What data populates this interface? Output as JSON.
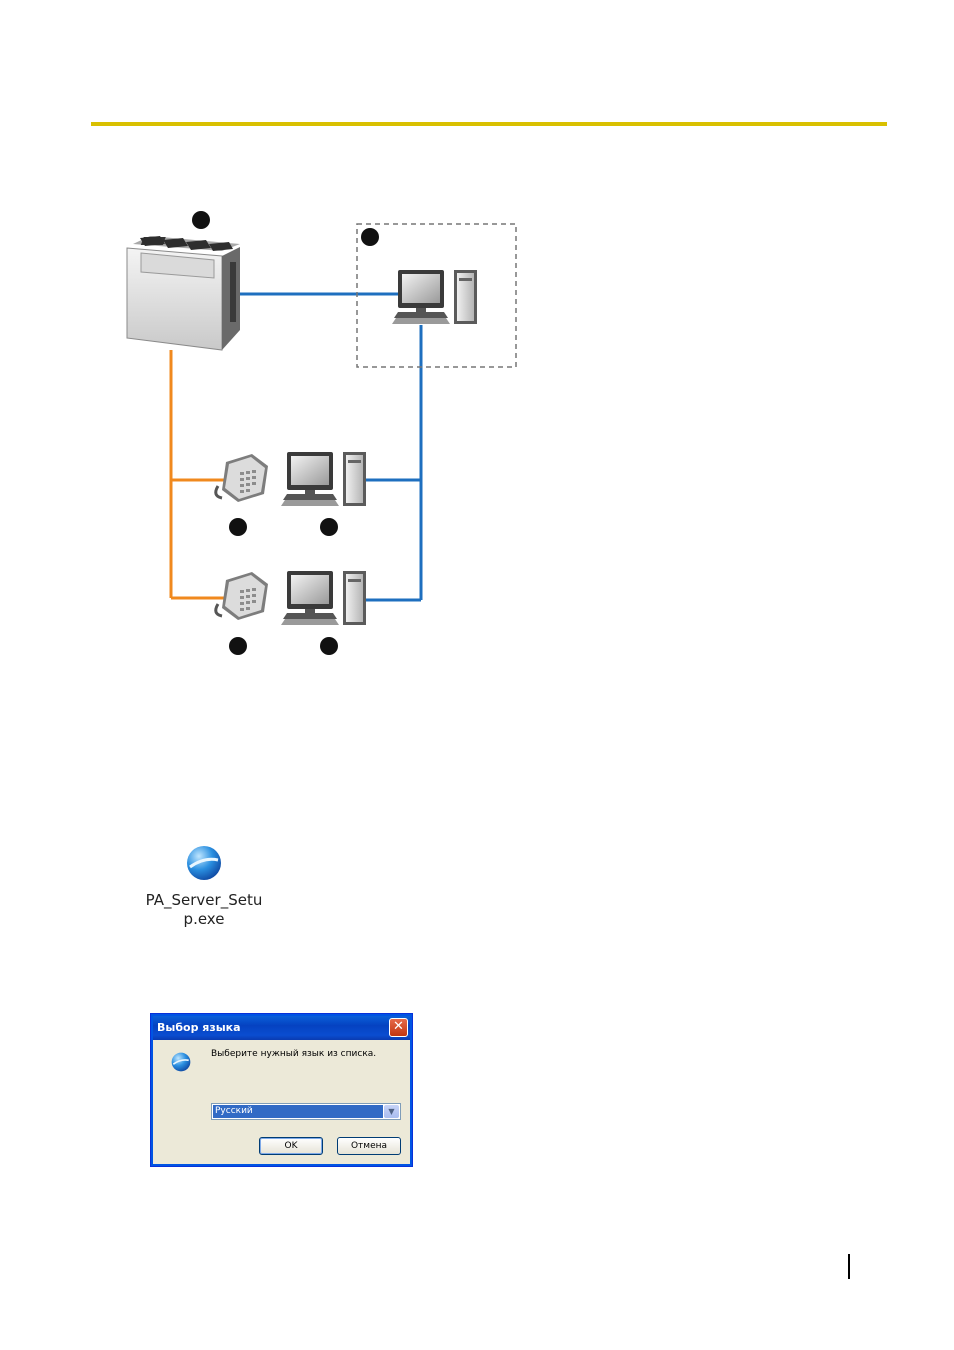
{
  "desktop_icon": {
    "label": "PA_Server_Setup.exe",
    "icon": "globe-setup-icon"
  },
  "dialog": {
    "title": "Выбор языка",
    "prompt": "Выберите нужный язык из списка.",
    "selected_language": "Русский",
    "ok_label": "OK",
    "cancel_label": "Отмена",
    "close_icon": "close-icon"
  },
  "colors": {
    "accent_rule": "#d9c000",
    "lan_line": "#1e6fbf",
    "phone_line": "#f0891e"
  }
}
